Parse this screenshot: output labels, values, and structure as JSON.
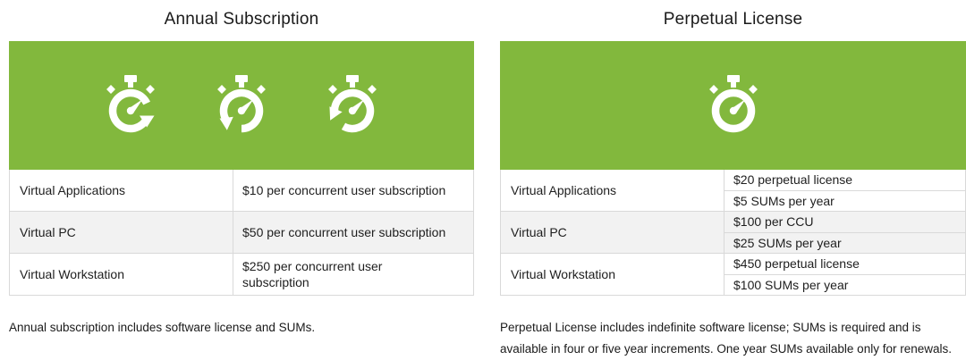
{
  "colors": {
    "accent_green": "#82B83D",
    "row_stripe": "#F2F2F2",
    "border": "#D9D9D9",
    "text": "#1E1E1E"
  },
  "tables": [
    {
      "title": "Annual Subscription",
      "icons": [
        "stopwatch-clockwise-arrow-icon",
        "stopwatch-counterclockwise-arrow-icon",
        "stopwatch-counterclockwise-arrow-alt-icon"
      ],
      "rows": [
        {
          "label": "Virtual Applications",
          "values": [
            "$10 per concurrent user subscription"
          ]
        },
        {
          "label": "Virtual PC",
          "values": [
            "$50 per concurrent user subscription"
          ]
        },
        {
          "label": "Virtual Workstation",
          "values": [
            "$250 per concurrent user\nsubscription"
          ]
        }
      ],
      "footnote": "Annual subscription includes software license and SUMs."
    },
    {
      "title": "Perpetual License",
      "icons": [
        "stopwatch-icon"
      ],
      "rows": [
        {
          "label": "Virtual Applications",
          "values": [
            "$20 perpetual license",
            "$5 SUMs per year"
          ]
        },
        {
          "label": "Virtual PC",
          "values": [
            "$100 per CCU",
            "$25 SUMs per year"
          ]
        },
        {
          "label": "Virtual Workstation",
          "values": [
            "$450 perpetual license",
            "$100 SUMs per year"
          ]
        }
      ],
      "footnote": "Perpetual License includes indefinite software license; SUMs is required and is available in four or five year increments. One year SUMs available only for renewals."
    }
  ]
}
